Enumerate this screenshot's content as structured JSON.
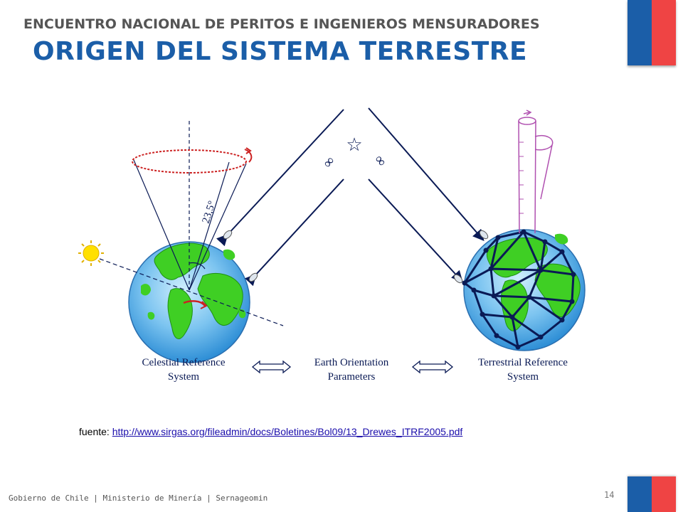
{
  "header": {
    "event_title": "ENCUENTRO NACIONAL DE PERITOS E INGENIEROS MENSURADORES",
    "slide_title": "ORIGEN DEL SISTEMA TERRESTRE"
  },
  "diagram": {
    "angle_label": "23,5°",
    "infinity_left": "∞",
    "infinity_right": "∞",
    "star_symbol": "☆",
    "left_label_line1": "Celestial Reference",
    "left_label_line2": "System",
    "center_label_line1": "Earth Orientation",
    "center_label_line2": "Parameters",
    "right_label_line1": "Terrestrial Reference",
    "right_label_line2": "System",
    "colors": {
      "ocean": "#5aaee8",
      "land": "#3fcf24",
      "network": "#0a1a55",
      "precession": "#cc2222",
      "pole_tube": "#b050b0"
    }
  },
  "source": {
    "prefix": "fuente: ",
    "link": "http://www.sirgas.org/fileadmin/docs/Boletines/Bol09/13_Drewes_ITRF2005.pdf"
  },
  "footer": {
    "text": "Gobierno de Chile | Ministerio de Minería | Sernageomin",
    "page_number": "14"
  }
}
